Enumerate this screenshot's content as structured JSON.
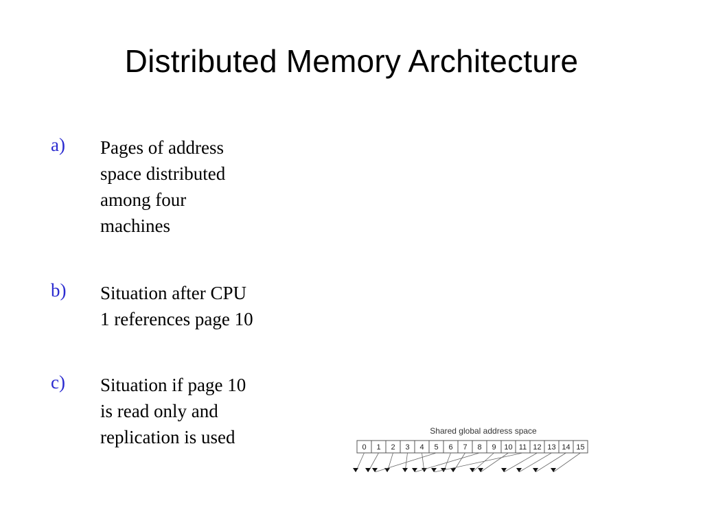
{
  "slide": {
    "title": "Distributed Memory Architecture",
    "items": [
      {
        "marker": "a)",
        "lines": [
          "Pages of address",
          "space distributed",
          "among four",
          "machines"
        ]
      },
      {
        "marker": "b)",
        "lines": [
          "Situation after CPU",
          "1 references page 10"
        ]
      },
      {
        "marker": "c)",
        "lines": [
          "Situation if page 10",
          "is read only and",
          "replication is used"
        ]
      }
    ]
  },
  "figure": {
    "caption": "Shared global address space",
    "pages": [
      "0",
      "1",
      "2",
      "3",
      "4",
      "5",
      "6",
      "7",
      "8",
      "9",
      "10",
      "11",
      "12",
      "13",
      "14",
      "15"
    ]
  }
}
